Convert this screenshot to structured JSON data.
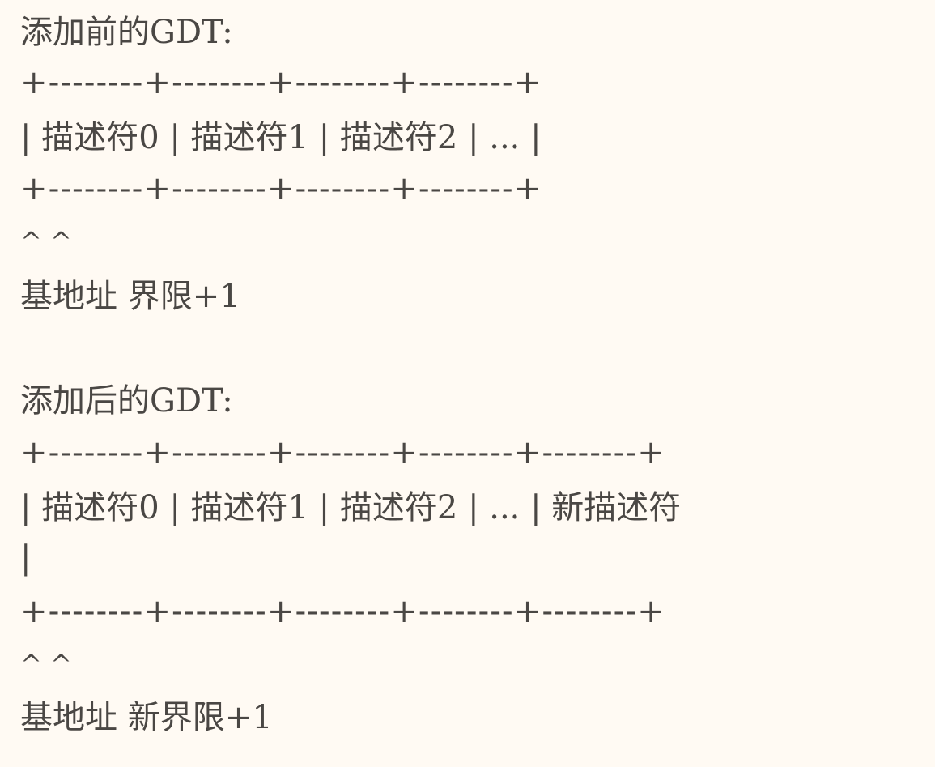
{
  "before": {
    "heading": "添加前的GDT:",
    "border_top": "+--------+--------+--------+--------+",
    "cells_row": "| 描述符0 | 描述符1 | 描述符2 | ... |",
    "border_bottom": "+--------+--------+--------+--------+",
    "caret_row": "^ ^",
    "label_row": "基地址 界限+1"
  },
  "after": {
    "heading": "添加后的GDT:",
    "border_top": "+--------+--------+--------+--------+--------+",
    "cells_row": "| 描述符0 | 描述符1 | 描述符2 | ... | 新描述符",
    "cells_row_wrap": "|",
    "border_bottom": "+--------+--------+--------+--------+--------+",
    "caret_row": "^ ^",
    "label_row": "基地址 新界限+1"
  }
}
